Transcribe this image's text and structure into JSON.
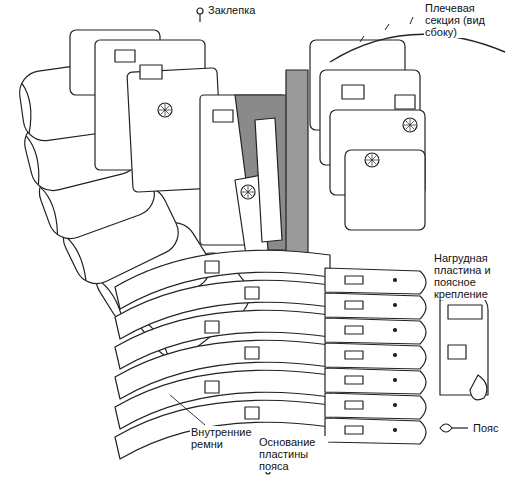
{
  "diagram": {
    "labels": [
      "Заклепка",
      "Плечевая секция (вид сбоку)",
      "Нагрудная пластина и поясное крепление",
      "Внутренние ремни",
      "Основание пластины пояса",
      "Пояс"
    ]
  }
}
